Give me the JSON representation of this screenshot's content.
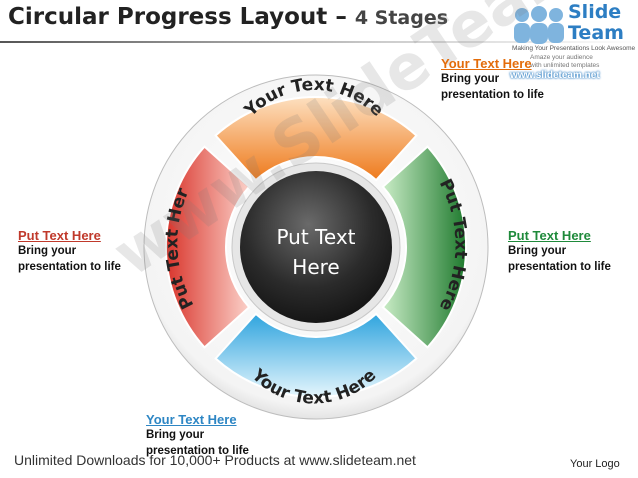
{
  "title": {
    "main": "Circular Progress Layout",
    "dash": "–",
    "sub": "4 Stages"
  },
  "logo": {
    "brand_line1": "Slide",
    "brand_line2": "Team",
    "tagline": "Making Your Presentations Look Awesome",
    "promo_line1": "Amaze your audience",
    "promo_line2": "with unlimited templates",
    "url": "www.slideteam.net"
  },
  "diagram": {
    "center_line1": "Put Text",
    "center_line2": "Here",
    "segments": [
      {
        "id": "top",
        "label": "Your Text Here",
        "color": "#f08a2c"
      },
      {
        "id": "right",
        "label": "Put Text Here",
        "color": "#3aa34e"
      },
      {
        "id": "bottom",
        "label": "Your Text Here",
        "color": "#3cb0e6"
      },
      {
        "id": "left",
        "label": "Put Text Here",
        "color": "#e6463c"
      }
    ]
  },
  "callouts": {
    "top": {
      "heading": "Your Text Here",
      "body": "Bring your presentation to life"
    },
    "left": {
      "heading": "Put Text Here",
      "body": "Bring your presentation to life"
    },
    "right": {
      "heading": "Put Text Here",
      "body": "Bring your presentation to life"
    },
    "bottom": {
      "heading": "Your Text Here",
      "body": "Bring your presentation to life"
    }
  },
  "watermark": "www.SlideTeam.net",
  "footer": "Unlimited Downloads for 10,000+ Products at www.slideteam.net",
  "your_logo": "Your Logo"
}
